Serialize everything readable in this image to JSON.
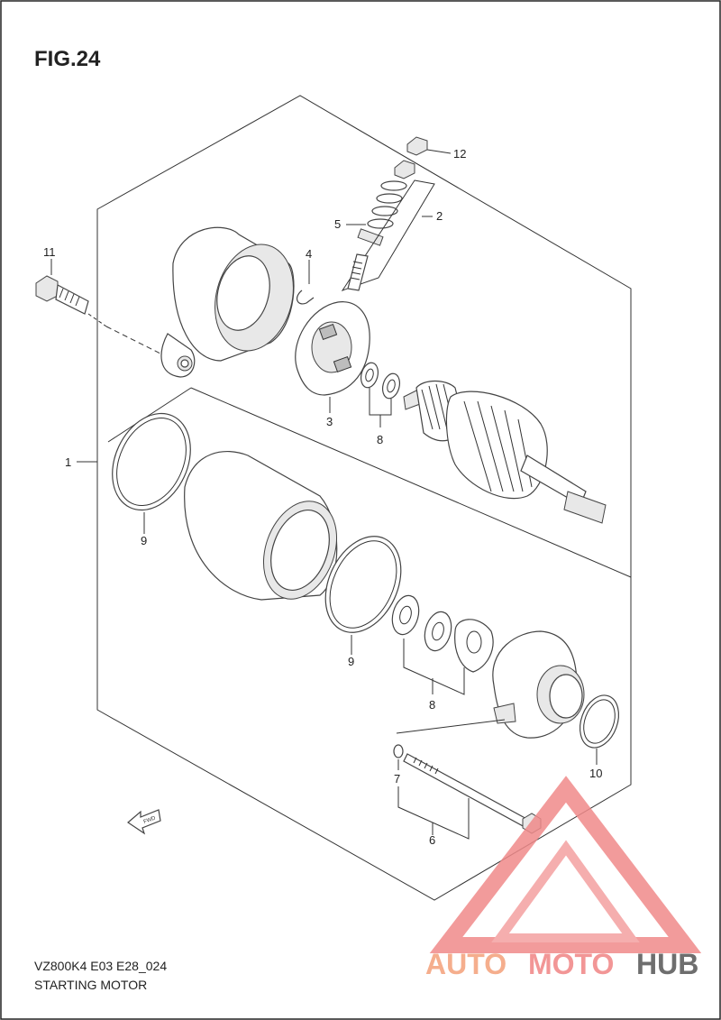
{
  "figure": {
    "title": "FIG.24"
  },
  "footer": {
    "model_code": "VZ800K4 E03 E28_024",
    "caption": "STARTING MOTOR"
  },
  "callouts": {
    "c1": "1",
    "c2": "2",
    "c3": "3",
    "c4": "4",
    "c5": "5",
    "c6": "6",
    "c7": "7",
    "c8a": "8",
    "c8b": "8",
    "c9a": "9",
    "c9b": "9",
    "c10": "10",
    "c11": "11",
    "c12": "12"
  },
  "fwd": {
    "label": "FWD"
  },
  "watermark": {
    "part1": "AUTO",
    "part2": "MOTO",
    "part3": "HUB",
    "colors": [
      "#f4a07a",
      "#f08484",
      "#555555"
    ]
  }
}
